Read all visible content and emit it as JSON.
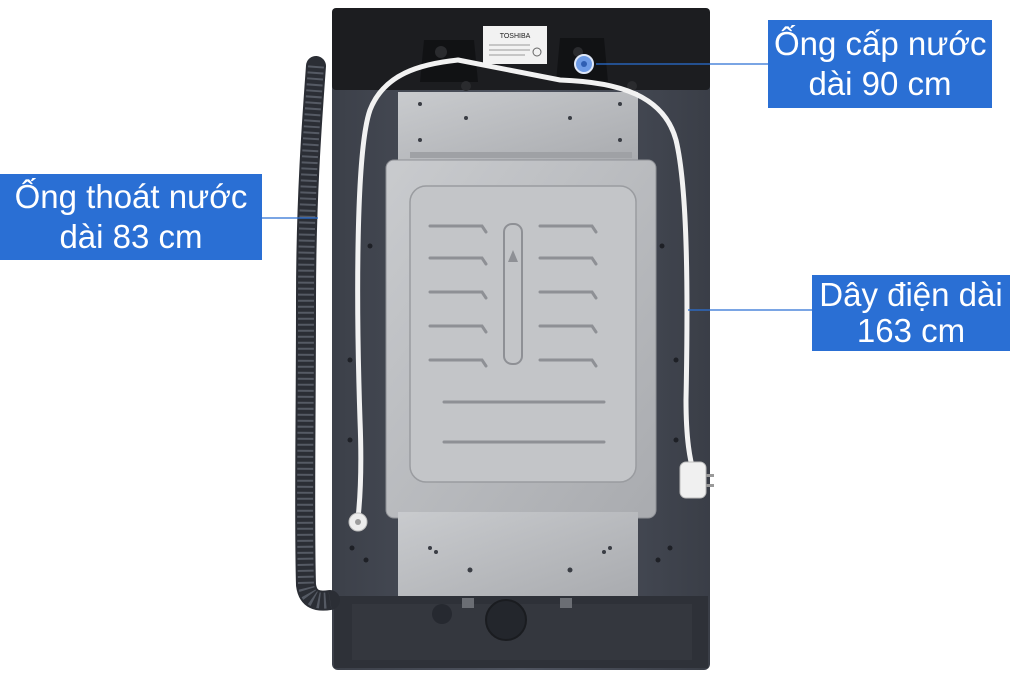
{
  "product": {
    "brand_label": "TOSHIBA",
    "colors": {
      "body": "#4a4f5a",
      "top_panel": "#1c1c1e",
      "metal_panel": "#b9bbbe",
      "callout_bg": "#2a6fd4",
      "callout_text": "#ffffff"
    }
  },
  "callouts": {
    "drain_hose": {
      "line1": "Ống thoát nước",
      "line2": "dài 83 cm"
    },
    "water_supply_hose": {
      "line1": "Ống cấp nước",
      "line2": "dài 90 cm"
    },
    "power_cord": {
      "line1": "Dây điện dài",
      "line2": "163 cm"
    }
  }
}
